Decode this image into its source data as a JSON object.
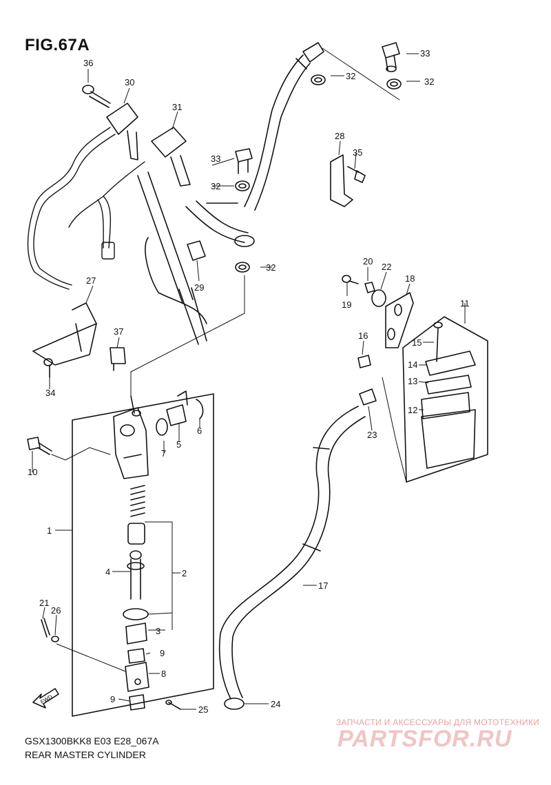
{
  "figure": {
    "title": "FIG.67A",
    "model_code": "GSX1300BKK8 E03 E28_067A",
    "caption": "REAR MASTER CYLINDER"
  },
  "callouts": [
    "1",
    "2",
    "3",
    "4",
    "5",
    "6",
    "7",
    "8",
    "9",
    "9",
    "10",
    "11",
    "12",
    "13",
    "14",
    "15",
    "16",
    "17",
    "18",
    "19",
    "20",
    "21",
    "22",
    "23",
    "24",
    "25",
    "26",
    "27",
    "28",
    "29",
    "30",
    "31",
    "32",
    "32",
    "32",
    "32",
    "33",
    "33",
    "34",
    "35",
    "36",
    "37"
  ],
  "watermark": {
    "tagline": "ЗАПЧАСТИ И АКСЕССУАРЫ ДЛЯ МОТОТЕХНИКИ",
    "logo": "PARTSFOR.RU"
  },
  "fwd_label": "FWD",
  "colors": {
    "line": "#111111",
    "watermark": "#e8a0a0"
  }
}
